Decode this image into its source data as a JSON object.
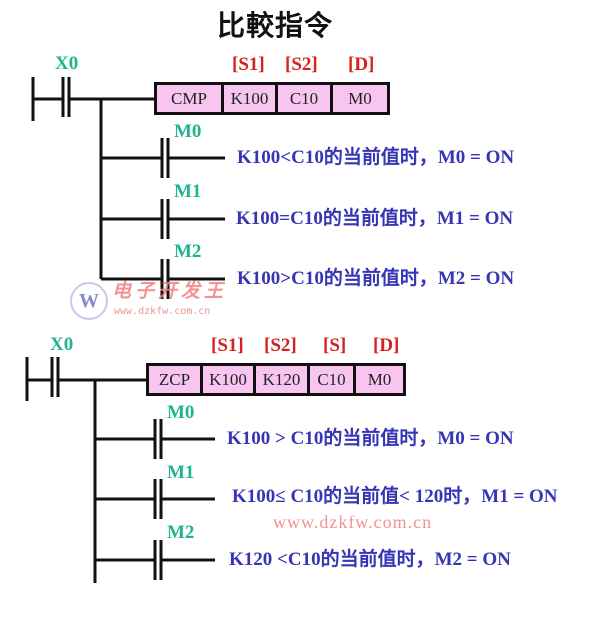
{
  "title": "比較指令",
  "cmp": {
    "input": "X0",
    "operand_labels": [
      "[S1]",
      "[S2]",
      "[D]"
    ],
    "cells": [
      "CMP",
      "K100",
      "C10",
      "M0"
    ],
    "outputs": [
      {
        "contact": "M0",
        "text": "K100<C10的当前值时，M0 = ON"
      },
      {
        "contact": "M1",
        "text": "K100=C10的当前值时，M1 = ON"
      },
      {
        "contact": "M2",
        "text": "K100>C10的当前值时，M2 = ON"
      }
    ]
  },
  "zcp": {
    "input": "X0",
    "operand_labels": [
      "[S1]",
      "[S2]",
      "[S]",
      "[D]"
    ],
    "cells": [
      "ZCP",
      "K100",
      "K120",
      "C10",
      "M0"
    ],
    "outputs": [
      {
        "contact": "M0",
        "text": "K100 > C10的当前值时，M0 = ON"
      },
      {
        "contact": "M1",
        "text": "K100≤ C10的当前值< 120时，M1 = ON"
      },
      {
        "contact": "M2",
        "text": "K120 <C10的当前值时，M2 = ON"
      }
    ]
  },
  "watermark": {
    "brand": "电子开发王",
    "url": "www.dzkfw.com.cn"
  }
}
